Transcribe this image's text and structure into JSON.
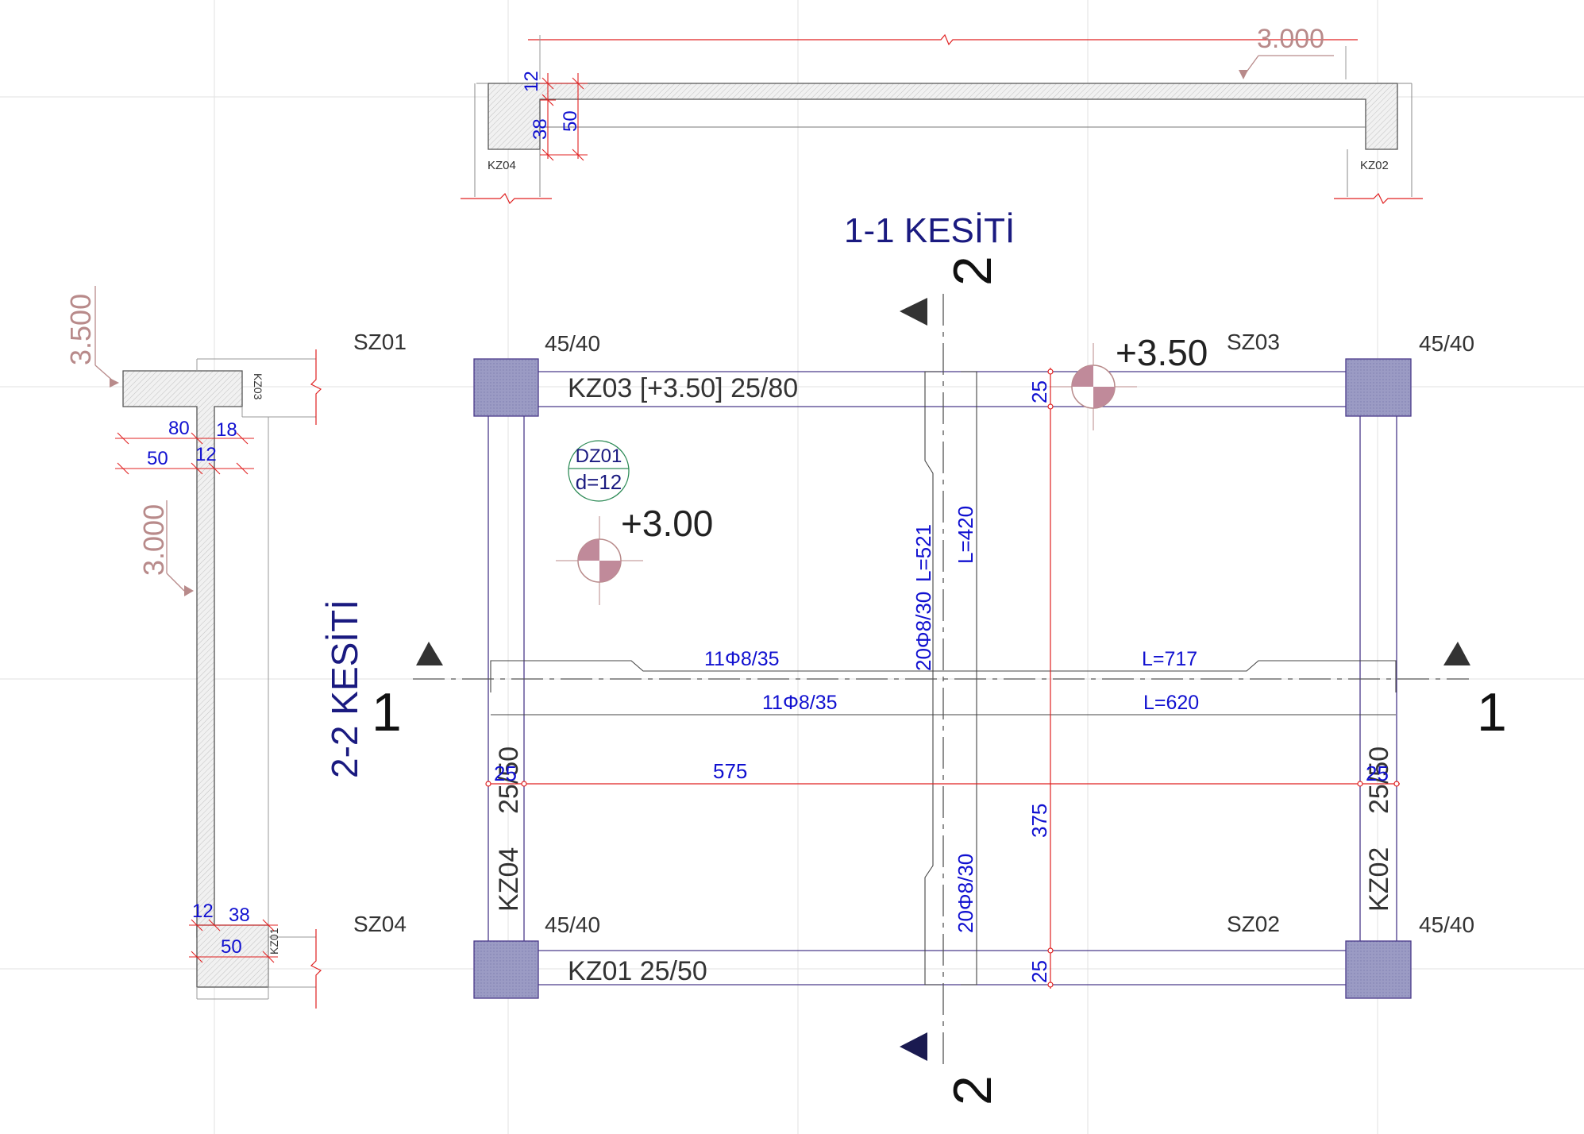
{
  "colors": {
    "grid": "#e2e2e2",
    "beam_line": "#4a3a8a",
    "column_fill": "#9b9bc4",
    "dimension_red": "#e02020",
    "dimension_text": "#1010d0",
    "elevation": "#b88a8a",
    "title": "#1a1a80"
  },
  "section_1_1": {
    "title": "1-1 KESİTİ",
    "level": "3.000",
    "left_beam": "KZ04",
    "right_beam": "KZ02",
    "dims": {
      "slab": "12",
      "rib": "38",
      "total": "50"
    }
  },
  "section_2_2": {
    "title": "2-2 KESİTİ",
    "level_top": "3.500",
    "level_mid": "3.000",
    "top_beam": "KZ03",
    "bottom_beam": "KZ01",
    "top_dims": {
      "width": "80",
      "flange": "18",
      "web": "50",
      "slab": "12"
    },
    "bottom_dims": {
      "slab": "12",
      "rib": "38",
      "total": "50"
    }
  },
  "plan": {
    "columns": {
      "sz01": {
        "name": "SZ01",
        "size": "45/40"
      },
      "sz02": {
        "name": "SZ02",
        "size": "45/40"
      },
      "sz03": {
        "name": "SZ03",
        "size": "45/40"
      },
      "sz04": {
        "name": "SZ04",
        "size": "45/40"
      }
    },
    "beams": {
      "top": "KZ03 [+3.50]   25/80",
      "bottom": "KZ01   25/50",
      "left_name": "KZ04",
      "left_size": "25/50",
      "right_name": "KZ02",
      "right_size": "25/50"
    },
    "slab": {
      "name": "DZ01",
      "thickness": "d=12"
    },
    "elevations": {
      "slab": "+3.00",
      "beam": "+3.50"
    },
    "rebar": {
      "h_top_label": "11Φ8/35",
      "h_top_length": "L=717",
      "h_bot_label": "11Φ8/35",
      "h_bot_length": "L=620",
      "v_upper_label": "20Φ8/30",
      "v_upper_length": "L=521",
      "v_lower_label": "20Φ8/30",
      "v_lower_length": "L=420"
    },
    "dimensions": {
      "span_x": "575",
      "span_y": "375",
      "beam_top": "25",
      "beam_bottom": "25",
      "beam_left": "25",
      "beam_right": "25"
    },
    "section_marks": {
      "h_left": "1",
      "h_right": "1",
      "v_top": "2",
      "v_bottom": "2"
    }
  }
}
